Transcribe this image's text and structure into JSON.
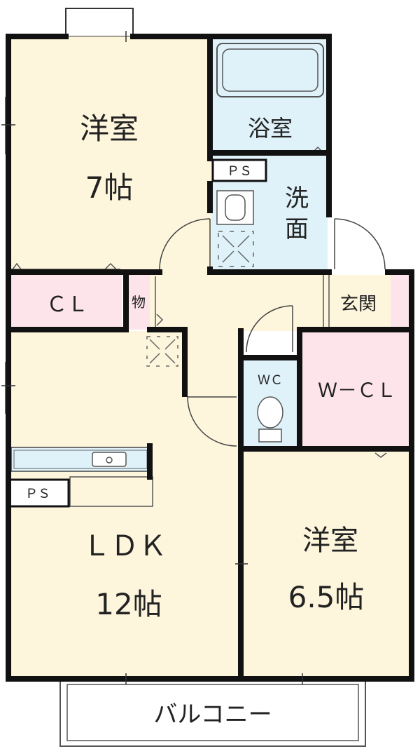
{
  "colors": {
    "room": "#fdf5dc",
    "wet": "#dff2f9",
    "storage": "#fde4ea",
    "wall": "#111111",
    "line": "#555555",
    "exterior": "#ffffff"
  },
  "rooms": {
    "western_north": {
      "name": "洋室",
      "size": "7帖"
    },
    "bath": {
      "name": "浴室"
    },
    "ps_top": {
      "name": "ＰＳ"
    },
    "washroom": {
      "name_line1": "洗",
      "name_line2": "面"
    },
    "closet": {
      "name": "ＣＬ"
    },
    "storage_small": {
      "name": "物"
    },
    "entrance": {
      "name": "玄関"
    },
    "wc": {
      "name": "ＷＣ"
    },
    "walk_in_closet": {
      "name": "Ｗ－ＣＬ"
    },
    "ps_kitchen": {
      "name": "ＰＳ"
    },
    "ldk": {
      "name": "ＬＤＫ",
      "size": "12帖"
    },
    "western_south": {
      "name": "洋室",
      "size": "6.5帖"
    },
    "balcony": {
      "name": "バルコニー"
    }
  }
}
